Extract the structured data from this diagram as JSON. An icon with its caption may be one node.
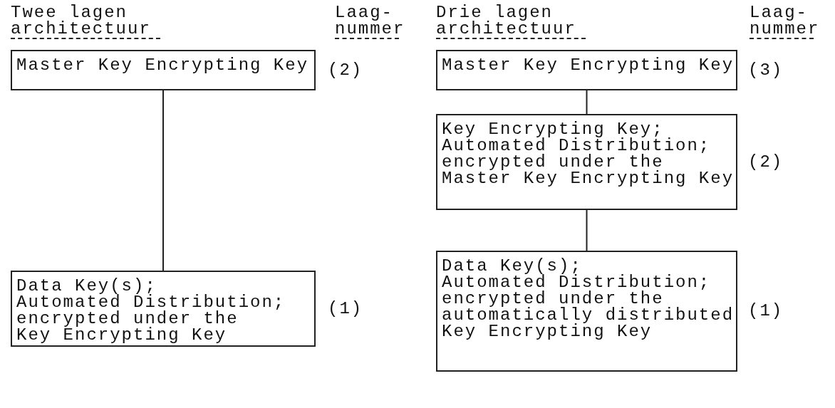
{
  "diagram": {
    "nodes": [
      {
        "text": [
          "Master Key Encrypting Key"
        ],
        "beside": [
          "(2)"
        ]
      },
      {
        "text": [
          "Data Key(s); Automated Distribution; encrypted under the Key Encrypting Key"
        ],
        "beside": [
          "(1)"
        ]
      },
      {
        "text": [
          "Master Key Encrypting Key"
        ],
        "beside": [
          "(3)"
        ]
      },
      {
        "text": [
          "Key Encrypting Key; Automated Distribution; encrypted under the Master Key Encrypting Key"
        ],
        "beside": [
          "(2)"
        ]
      },
      {
        "text": [
          "Data Key(s); Automated Distribution; encrypted under the automatically distributed Key Encrypting Key"
        ],
        "beside": [
          "(1)"
        ]
      }
    ],
    "edges": [
      {
        "from": 0,
        "to": 1,
        "arrow": "none"
      },
      {
        "from": 2,
        "to": 3,
        "arrow": "none"
      },
      {
        "from": 3,
        "to": 4,
        "arrow": "none"
      }
    ],
    "labels": [
      "Twee lagen architectuur",
      "Laag- nummer",
      "Drie lagen architectuur",
      "Laag- nummer"
    ]
  }
}
